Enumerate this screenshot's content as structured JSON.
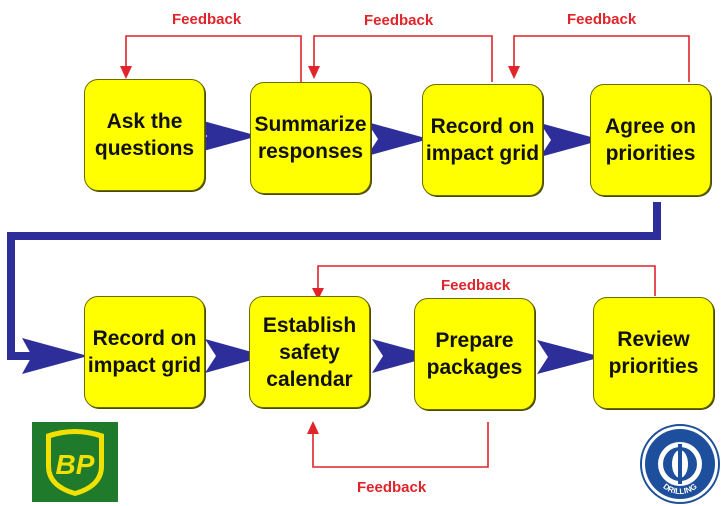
{
  "row1": {
    "boxes": [
      {
        "label": "Ask the\nquestions"
      },
      {
        "label": "Summarize\nresponses"
      },
      {
        "label": "Record on\nimpact grid"
      },
      {
        "label": "Agree on\npriorities"
      }
    ],
    "feedback": [
      "Feedback",
      "Feedback",
      "Feedback"
    ]
  },
  "row2": {
    "boxes": [
      {
        "label": "Record on\nimpact grid"
      },
      {
        "label": "Establish\nsafety\ncalendar"
      },
      {
        "label": "Prepare\npackages"
      },
      {
        "label": "Review\npriorities"
      }
    ],
    "feedback_top": "Feedback",
    "feedback_bottom": "Feedback"
  },
  "logos": {
    "left": {
      "icon": "bp-logo-icon",
      "text": "BP",
      "bg": "#1f7a2b",
      "fg": "#f2e000"
    },
    "right": {
      "icon": "drilling-company-seal-icon",
      "text": "DRILLING",
      "color": "#1e4f9c"
    }
  },
  "colors": {
    "box_fill": "#ffff00",
    "connector_arrow": "#2e2e9a",
    "feedback": "#e0242a"
  }
}
